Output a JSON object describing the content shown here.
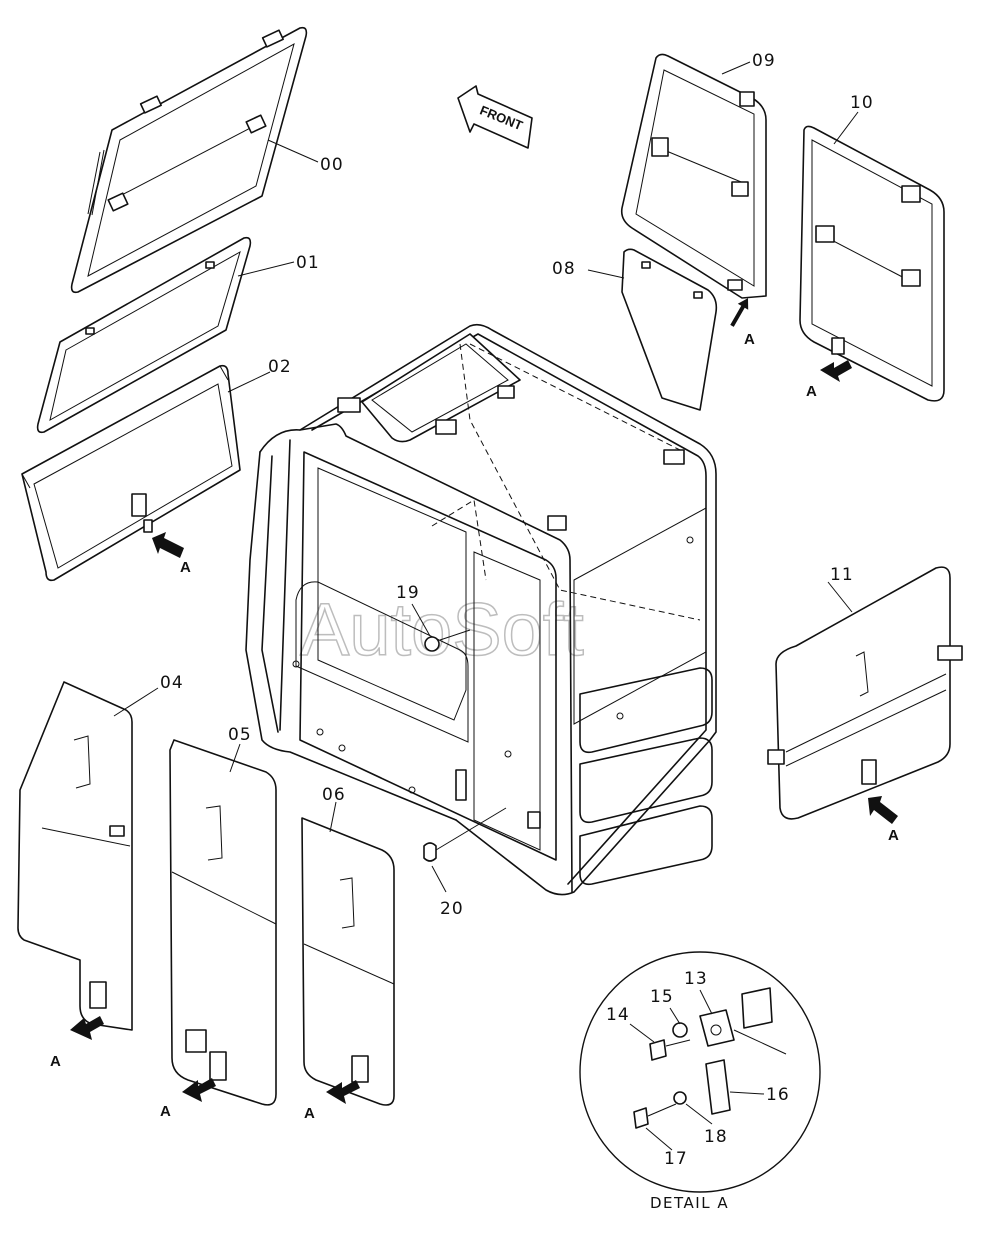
{
  "diagram": {
    "callouts": [
      {
        "id": "00",
        "label": "00"
      },
      {
        "id": "01",
        "label": "01"
      },
      {
        "id": "02",
        "label": "02"
      },
      {
        "id": "04",
        "label": "04"
      },
      {
        "id": "05",
        "label": "05"
      },
      {
        "id": "06",
        "label": "06"
      },
      {
        "id": "08",
        "label": "08"
      },
      {
        "id": "09",
        "label": "09"
      },
      {
        "id": "10",
        "label": "10"
      },
      {
        "id": "11",
        "label": "11"
      },
      {
        "id": "13",
        "label": "13"
      },
      {
        "id": "14",
        "label": "14"
      },
      {
        "id": "15",
        "label": "15"
      },
      {
        "id": "16",
        "label": "16"
      },
      {
        "id": "17",
        "label": "17"
      },
      {
        "id": "18",
        "label": "18"
      },
      {
        "id": "19",
        "label": "19"
      },
      {
        "id": "20",
        "label": "20"
      }
    ],
    "arrow_label": "A",
    "front_label": "FRONT",
    "detail_title": "DETAIL A",
    "watermark": "AutoSoft"
  }
}
